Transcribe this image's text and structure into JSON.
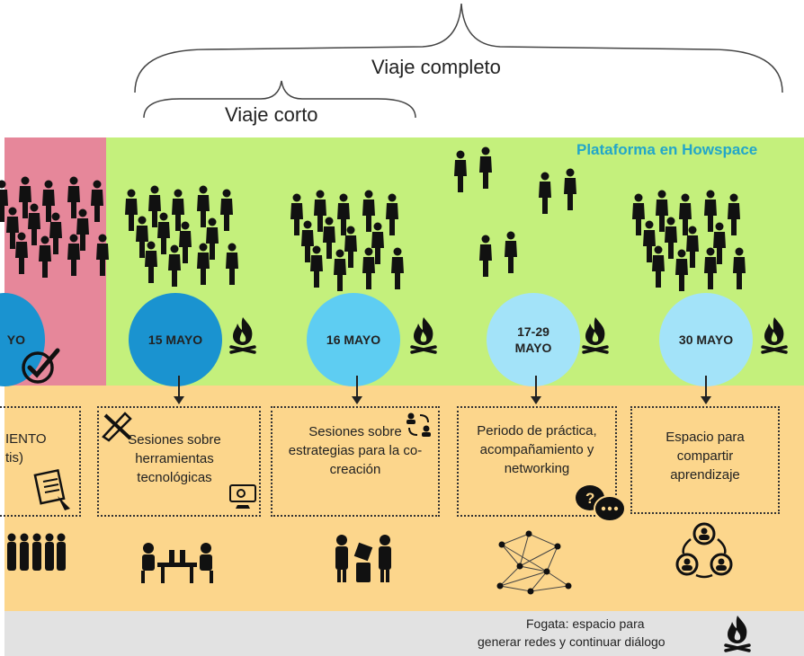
{
  "braces": {
    "full_label": "Viaje completo",
    "short_label": "Viaje corto"
  },
  "platform_label": "Plataforma en Howspace",
  "stages": [
    {
      "date": "YO",
      "box_text": "IENTO\ntis)"
    },
    {
      "date": "15 MAYO",
      "box_text": "Sesiones sobre herramientas tecnológicas"
    },
    {
      "date": "16 MAYO",
      "box_text": "Sesiones sobre estrategias para la co-creación"
    },
    {
      "date": "17-29\nMAYO",
      "box_text": "Periodo de práctica, acompañamiento y networking"
    },
    {
      "date": "30 MAYO",
      "box_text": "Espacio para compartir aprendizaje"
    }
  ],
  "footer": {
    "line1": "Fogata: espacio para",
    "line2": "generar redes y  continuar diálogo"
  },
  "colors": {
    "pink": "#e6879a",
    "green": "#c4f07c",
    "orange": "#fcd68c",
    "gray": "#e2e2e2",
    "circle_dark": "#1a93d0",
    "circle_mid": "#5ecdf2",
    "circle_light": "#a3e3f9",
    "platform_text": "#23a6c9"
  },
  "icons": [
    "people-group-icon",
    "campfire-icon",
    "checkmark-icon",
    "pencil-ruler-icon",
    "document-icon",
    "computer-icon",
    "people-exchange-icon",
    "chat-question-icon",
    "team-meeting-icon",
    "collaboration-icon",
    "network-icon",
    "share-cycle-icon",
    "crowd-icon"
  ]
}
